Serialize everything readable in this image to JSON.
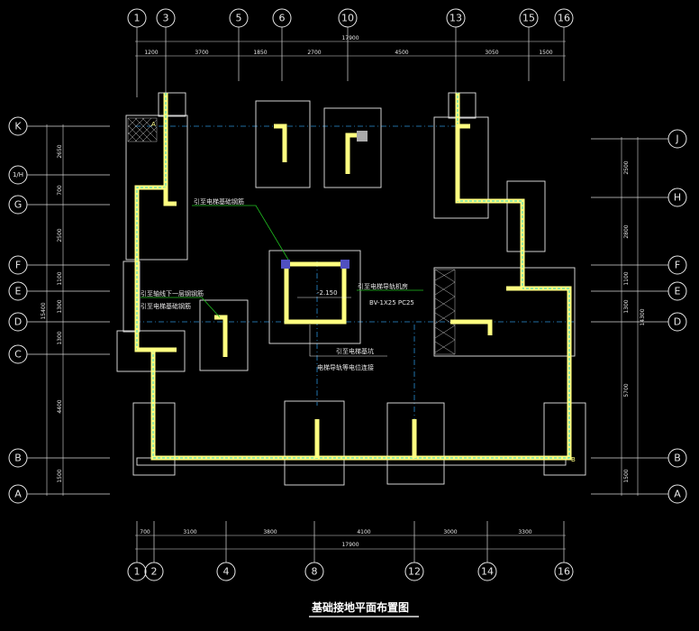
{
  "drawing": {
    "title": "基础接地平面布置图",
    "top_axes": [
      "1",
      "3",
      "5",
      "6",
      "10",
      "13",
      "15",
      "16"
    ],
    "top_total": "17900",
    "top_dims": [
      "1200",
      "3700",
      "1850",
      "2700",
      "4500",
      "3050",
      "1500"
    ],
    "bottom_axes": [
      "1",
      "2",
      "4",
      "8",
      "12",
      "14",
      "16"
    ],
    "bottom_total": "17900",
    "bottom_dims": [
      "700",
      "3100",
      "3800",
      "4100",
      "3000",
      "3300"
    ],
    "left_axes": [
      "K",
      "1/H",
      "G",
      "F",
      "E",
      "D",
      "C",
      "B",
      "A"
    ],
    "left_total": "15400",
    "left_dims": [
      "2650",
      "700",
      "2500",
      "1100",
      "1300",
      "1300",
      "4400",
      "1500"
    ],
    "right_axes": [
      "J",
      "H",
      "F",
      "E",
      "D",
      "B",
      "A"
    ],
    "right_total": "14300",
    "right_dims": [
      "2500",
      "2800",
      "1100",
      "1300",
      "5700",
      "1500"
    ],
    "annotations": {
      "a1": "引至电梯基础钢筋",
      "a2": "引至轴线下一层钢钢筋",
      "a3": "引至电梯基础钢筋",
      "elev": "-2.150",
      "a4": "引至电梯导轨机房",
      "cable": "BV-1X25 PC25",
      "a5": "引至电梯基坑",
      "a6": "电梯导轨等电位连接",
      "mark_a": "A",
      "mark_b": "B"
    }
  },
  "colors": {
    "background": "#000000",
    "wall": "#ffff80",
    "ground_conductor": "#2ed0c8",
    "grid_line": "#2a8fd6",
    "leader": "#20c020"
  }
}
